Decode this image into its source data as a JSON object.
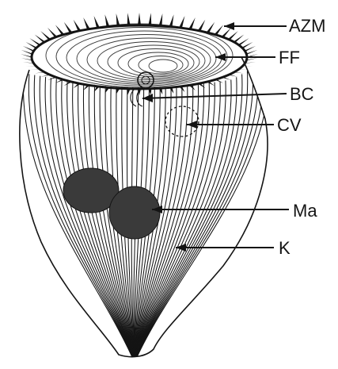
{
  "diagram": {
    "ink_color": "#141414",
    "nucleus_color": "#3a3a3a",
    "labels": {
      "azm": "AZM",
      "ff": "FF",
      "bc": "BC",
      "cv": "CV",
      "ma": "Ma",
      "k": "K"
    }
  }
}
